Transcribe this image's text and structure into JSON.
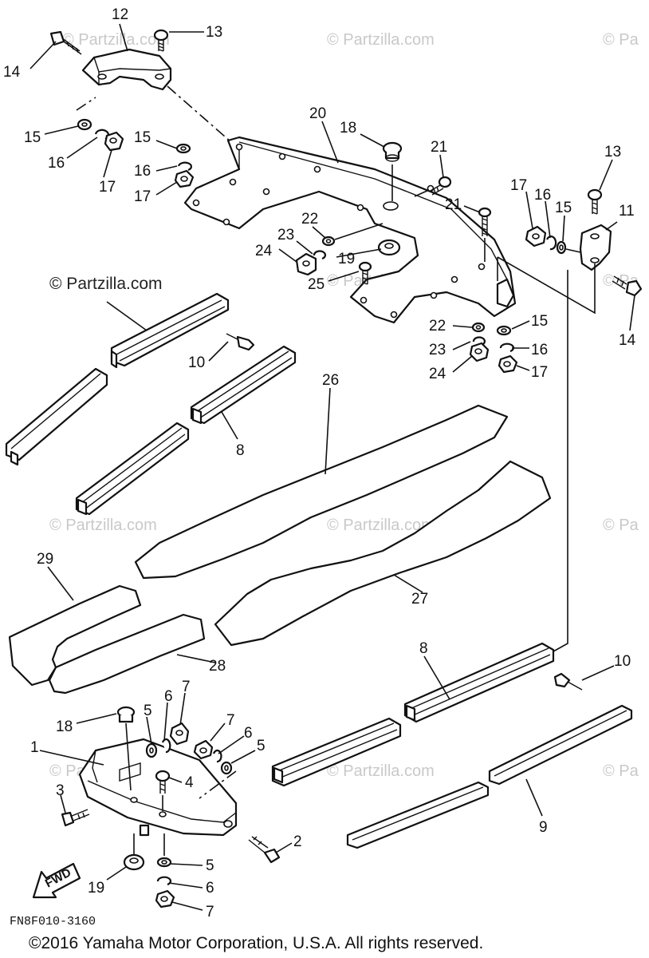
{
  "watermarks": {
    "text": "© Partzilla.com",
    "partial": "© Pa",
    "dark": "© Partzilla.com"
  },
  "callouts": {
    "n1": "1",
    "n2": "2",
    "n3": "3",
    "n4": "4",
    "n5": "5",
    "n6": "6",
    "n7": "7",
    "n8": "8",
    "n9": "9",
    "n10": "10",
    "n11": "11",
    "n12": "12",
    "n13": "13",
    "n14": "14",
    "n15": "15",
    "n16": "16",
    "n17": "17",
    "n18": "18",
    "n19": "19",
    "n20": "20",
    "n21": "21",
    "n22": "22",
    "n23": "23",
    "n24": "24",
    "n25": "25",
    "n26": "26",
    "n27": "27",
    "n28": "28",
    "n29": "29"
  },
  "fwd_label": "FWD",
  "diagram_code": "FN8F010-3160",
  "copyright": "©2016  Yamaha Motor Corporation, U.S.A. All rights reserved."
}
